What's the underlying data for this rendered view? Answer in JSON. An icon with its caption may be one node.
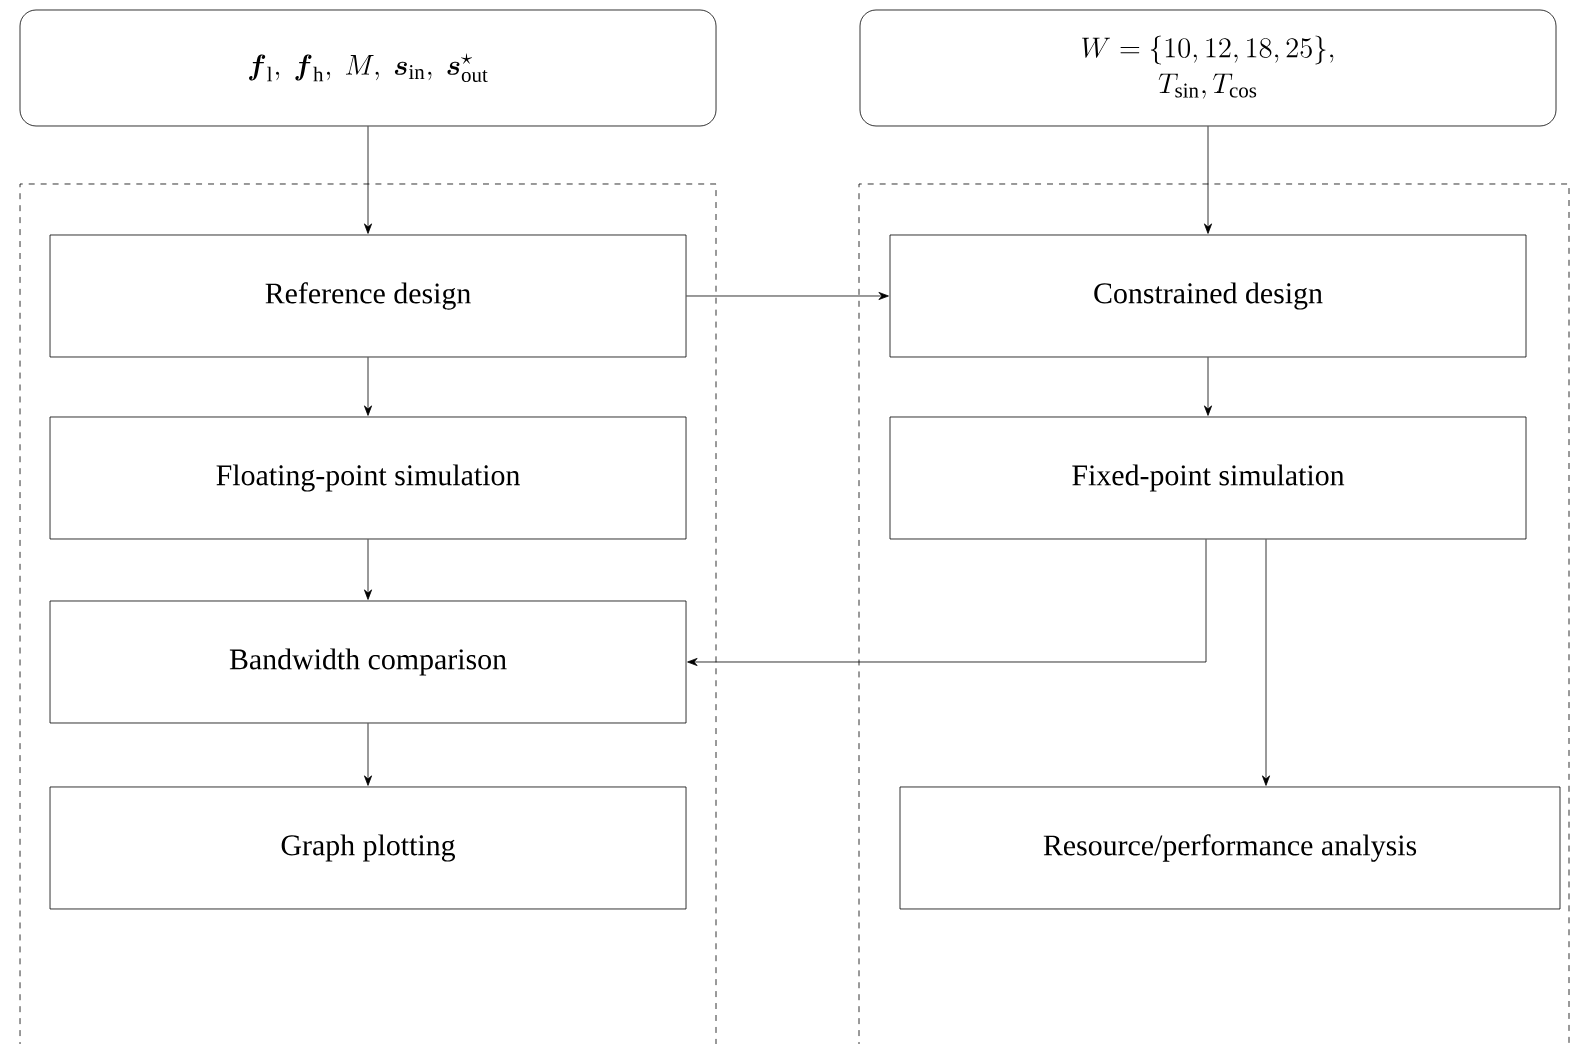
{
  "diagram": {
    "nodes": [
      {
        "text": [
          "\\boldsymbol{f}_\\mathrm{l},\\ \\boldsymbol{f}_\\mathrm{h},\\ M,\\ \\boldsymbol{s}_\\mathrm{in},\\ \\boldsymbol{s}^\\star_\\mathrm{out}"
        ]
      },
      {
        "text": [
          "\\begin{array}{c}W=\\{10,12,18,25\\},\\\\ T_\\mathrm{sin},T_\\mathrm{cos}\\end{array}"
        ]
      },
      {
        "text": [],
        "shape": "box"
      },
      {
        "text": [],
        "shape": "box"
      },
      {
        "text": [
          "Reference design"
        ],
        "in": 2
      },
      {
        "text": [
          "Floating-point simulation"
        ],
        "in": 2
      },
      {
        "text": [
          "Bandwidth comparison"
        ],
        "in": 2
      },
      {
        "text": [
          "Graph plotting"
        ],
        "in": 2
      },
      {
        "text": [
          "Constrained design"
        ],
        "in": 3
      },
      {
        "text": [
          "Fixed-point simulation"
        ],
        "in": 3
      },
      {
        "text": [
          "Resource/performance analysis"
        ],
        "in": 3
      }
    ],
    "edges": [
      {
        "from": 0,
        "to": 4,
        "arrow": "to"
      },
      {
        "from": 1,
        "to": 8,
        "arrow": "to"
      },
      {
        "from": 4,
        "to": 8,
        "arrow": "to"
      },
      {
        "from": 4,
        "to": 5,
        "arrow": "to"
      },
      {
        "from": 5,
        "to": 6,
        "arrow": "to"
      },
      {
        "from": 6,
        "to": 7,
        "arrow": "to"
      },
      {
        "from": 8,
        "to": 9,
        "arrow": "to"
      },
      {
        "from": 9,
        "to": 6,
        "arrow": "to"
      },
      {
        "from": 9,
        "to": 10,
        "arrow": "to"
      }
    ]
  }
}
